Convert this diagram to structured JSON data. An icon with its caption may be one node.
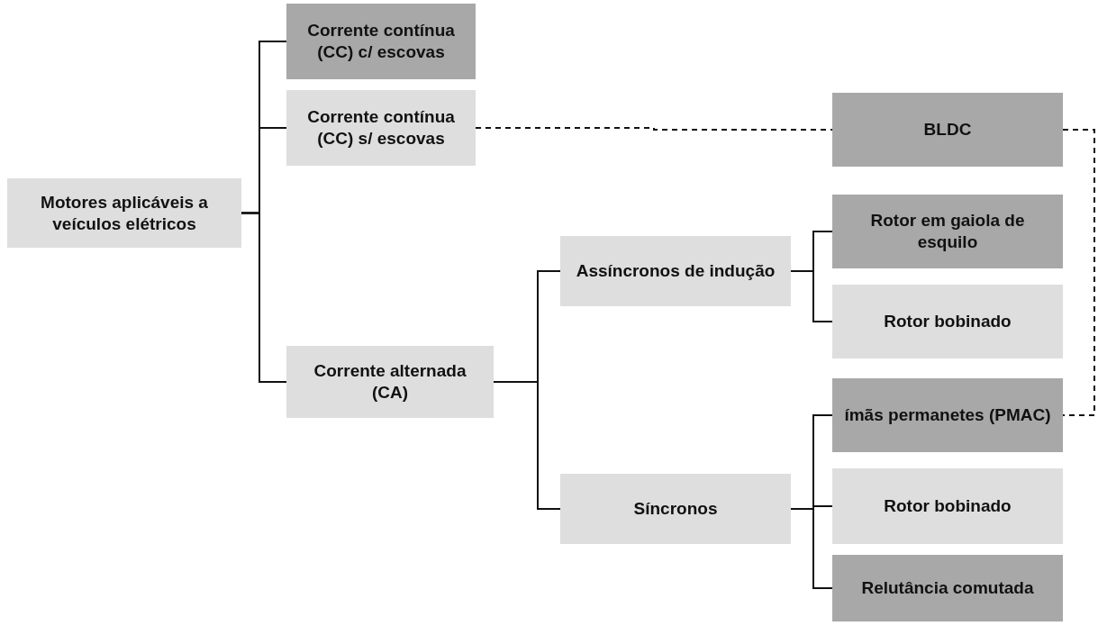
{
  "diagram": {
    "nodes": [
      {
        "text": [
          "Motores aplicáveis a veículos elétricos"
        ]
      },
      {
        "text": [
          "Corrente contínua (CC) c/ escovas"
        ]
      },
      {
        "text": [
          "Corrente contínua (CC) s/ escovas"
        ]
      },
      {
        "text": [
          "BLDC"
        ]
      },
      {
        "text": [
          "Rotor em gaiola de esquilo"
        ]
      },
      {
        "text": [
          "Assíncronos de indução"
        ]
      },
      {
        "text": [
          "Rotor bobinado"
        ]
      },
      {
        "text": [
          "Corrente alternada (CA)"
        ]
      },
      {
        "text": [
          "ímãs permanetes (PMAC)"
        ]
      },
      {
        "text": [
          "Síncronos"
        ]
      },
      {
        "text": [
          "Rotor bobinado"
        ]
      },
      {
        "text": [
          "Relutância comutada"
        ]
      }
    ],
    "edges": [
      {
        "from": 0,
        "to": 1,
        "arrow": "none"
      },
      {
        "from": 0,
        "to": 2,
        "arrow": "none"
      },
      {
        "from": 0,
        "to": 7,
        "arrow": "none"
      },
      {
        "from": 2,
        "to": 3,
        "arrow": "none",
        "style": "dashed"
      },
      {
        "from": 3,
        "to": 8,
        "arrow": "none",
        "style": "dashed"
      },
      {
        "from": 7,
        "to": 5,
        "arrow": "none"
      },
      {
        "from": 7,
        "to": 9,
        "arrow": "none"
      },
      {
        "from": 5,
        "to": 4,
        "arrow": "none"
      },
      {
        "from": 5,
        "to": 6,
        "arrow": "none"
      },
      {
        "from": 9,
        "to": 8,
        "arrow": "none"
      },
      {
        "from": 9,
        "to": 10,
        "arrow": "none"
      },
      {
        "from": 9,
        "to": 11,
        "arrow": "none"
      }
    ]
  }
}
